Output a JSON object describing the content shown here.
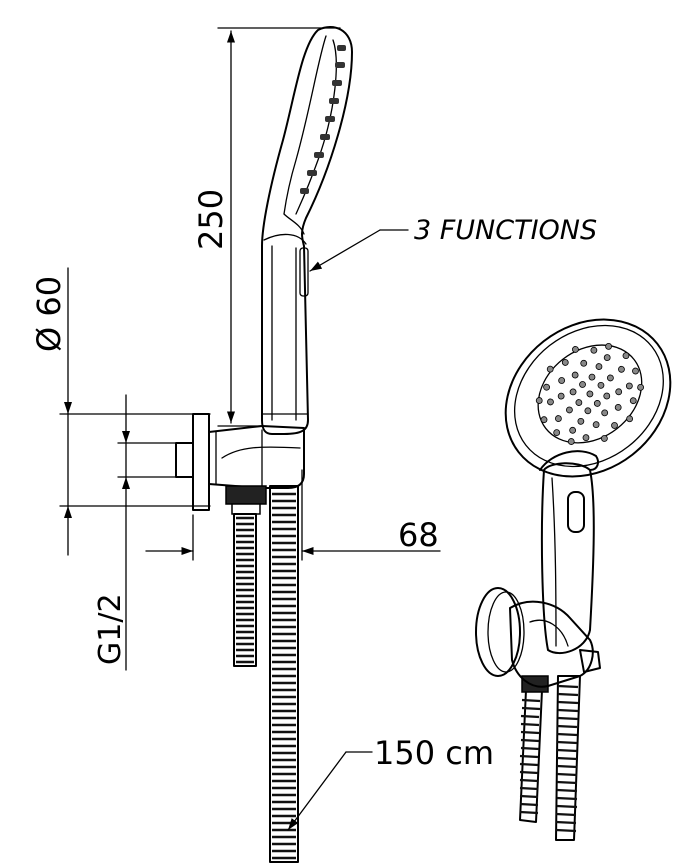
{
  "labels": {
    "length": "250",
    "functions": "3 FUNCTIONS",
    "diameter": "Ø 60",
    "depth": "68",
    "thread": "G1/2",
    "hose": "150 cm"
  },
  "colors": {
    "line": "#000000",
    "background": "#ffffff",
    "hose_dark": "#222222",
    "shade": "#dddddd"
  }
}
